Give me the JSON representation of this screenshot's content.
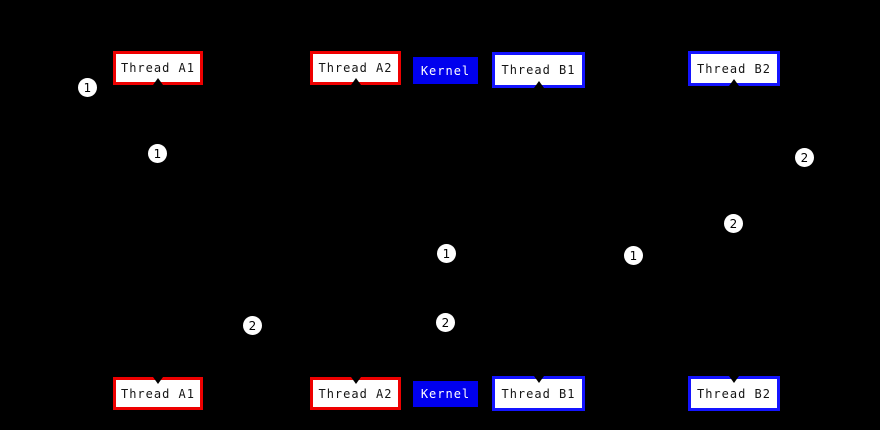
{
  "diagram": {
    "background": "#000000",
    "colors": {
      "thread_a_border": "#ee0000",
      "thread_b_border": "#1414ff",
      "kernel_fill": "#0000ee",
      "box_fill": "#ffffff",
      "box_text": "#151515",
      "kernel_text": "#ffffff",
      "badge_fill": "#ffffff",
      "badge_text": "#000000"
    },
    "top_row": {
      "thread_a1": "Thread A1",
      "thread_a2": "Thread A2",
      "kernel": "Kernel",
      "thread_b1": "Thread B1",
      "thread_b2": "Thread B2"
    },
    "bottom_row": {
      "thread_a1": "Thread A1",
      "thread_a2": "Thread A2",
      "kernel": "Kernel",
      "thread_b1": "Thread B1",
      "thread_b2": "Thread B2"
    },
    "badges": [
      {
        "label": "1"
      },
      {
        "label": "1"
      },
      {
        "label": "2"
      },
      {
        "label": "2"
      },
      {
        "label": "1"
      },
      {
        "label": "1"
      },
      {
        "label": "2"
      },
      {
        "label": "2"
      }
    ]
  }
}
